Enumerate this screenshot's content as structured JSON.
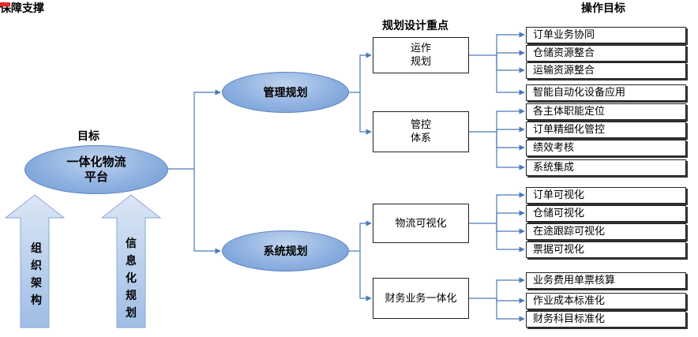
{
  "headings": {
    "goal": "目标",
    "focus": "规划设计重点",
    "operations": "操作目标"
  },
  "main_goal": {
    "line1": "一体化物流",
    "line2": "平台"
  },
  "branches": {
    "management": "管理规划",
    "system": "系统规划"
  },
  "focus_points": {
    "operations_plan": {
      "line1": "运作",
      "line2": "规划"
    },
    "control_system": {
      "line1": "管控",
      "line2": "体系"
    },
    "visualization": "物流可视化",
    "finance_integration": "财务业务一体化"
  },
  "operation_targets": {
    "operations_plan": [
      "订单业务协同",
      "仓储资源整合",
      "运输资源整合",
      "智能自动化设备应用"
    ],
    "control_system": [
      "各主体职能定位",
      "订单精细化管控",
      "绩效考核",
      "系统集成"
    ],
    "visualization": [
      "订单可视化",
      "仓储可视化",
      "在途跟踪可视化",
      "票据可视化"
    ],
    "finance_integration": [
      "业务费用单票核算",
      "作业成本标准化",
      "财务科目标准化"
    ]
  },
  "foundations": {
    "left_arrow": [
      "组",
      "织",
      "架",
      "构"
    ],
    "right_arrow": [
      "信",
      "息",
      "化",
      "规",
      "划"
    ],
    "caption": "保障支撑"
  },
  "colors": {
    "ellipse_fill": "#8eb1e0",
    "arrow_fill": "#b4cbea",
    "connector": "#4a7ab8",
    "accent": "#e8262a"
  }
}
